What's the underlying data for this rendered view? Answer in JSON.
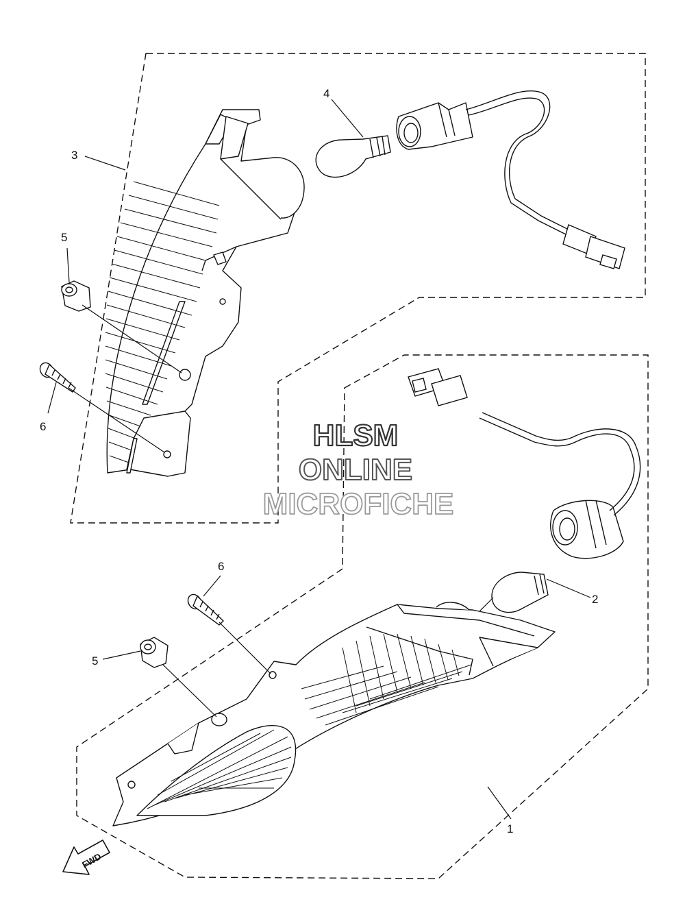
{
  "callouts": {
    "c1": "1",
    "c2": "2",
    "c3": "3",
    "c4": "4",
    "c5_top": "5",
    "c5_bottom": "5",
    "c6_top": "6",
    "c6_bottom": "6"
  },
  "watermark": {
    "line1": "HLSM",
    "line2": "ONLINE",
    "line3": "MICROFICHE"
  },
  "fwd_arrow": {
    "label": "FWD"
  },
  "colors": {
    "line": "#111111",
    "watermark_stroke": "#333333",
    "watermark_stroke_light": "#9a9a9a"
  }
}
